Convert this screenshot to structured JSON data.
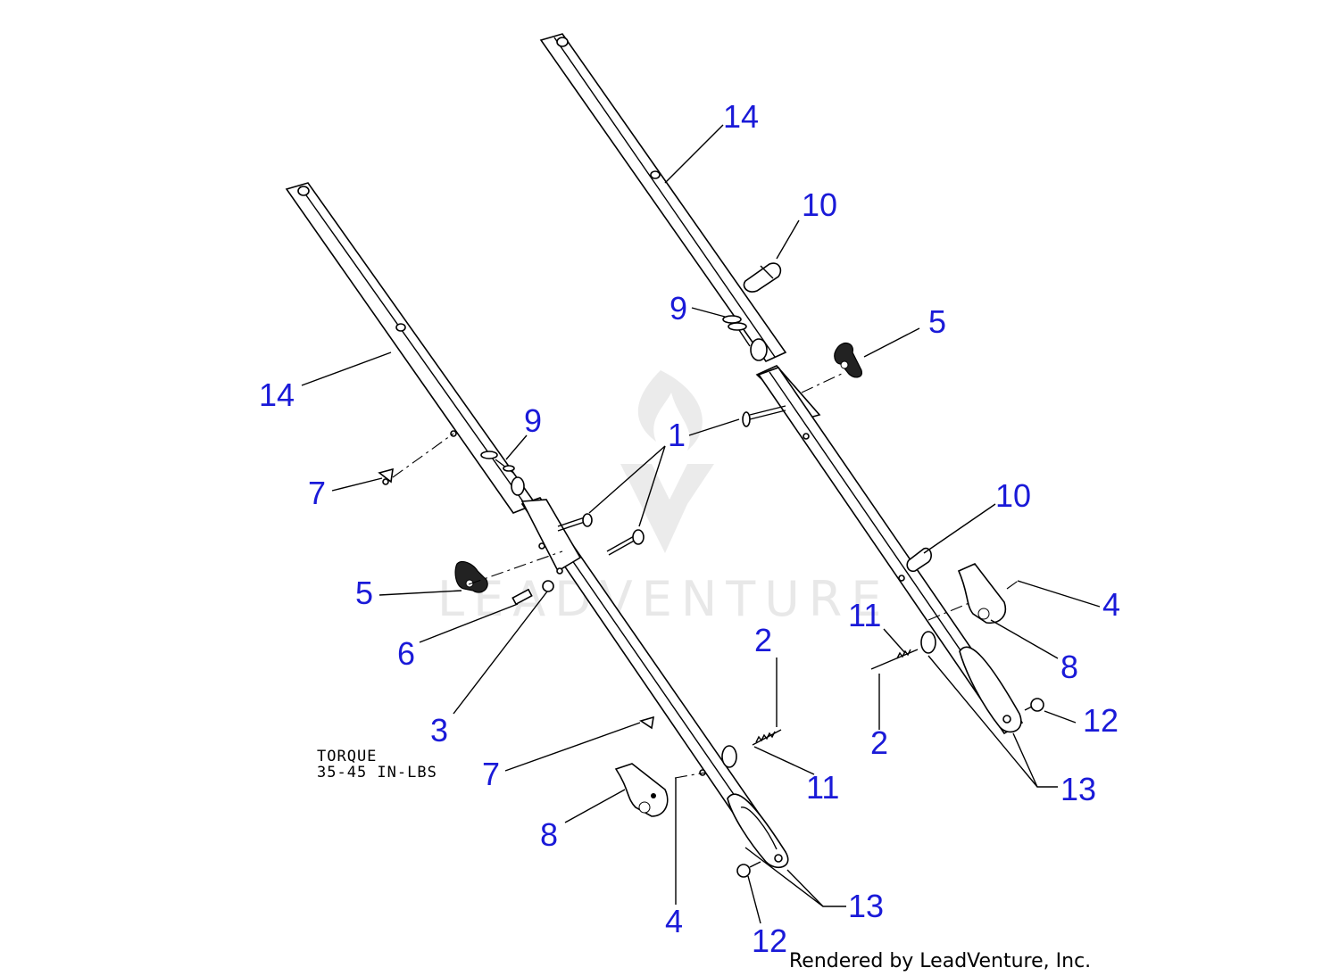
{
  "diagram": {
    "callouts": [
      {
        "id": "c14a",
        "label": "14"
      },
      {
        "id": "c14b",
        "label": "14"
      },
      {
        "id": "c10a",
        "label": "10"
      },
      {
        "id": "c10b",
        "label": "10"
      },
      {
        "id": "c9a",
        "label": "9"
      },
      {
        "id": "c9b",
        "label": "9"
      },
      {
        "id": "c5a",
        "label": "5"
      },
      {
        "id": "c5b",
        "label": "5"
      },
      {
        "id": "c1",
        "label": "1"
      },
      {
        "id": "c7a",
        "label": "7"
      },
      {
        "id": "c7b",
        "label": "7"
      },
      {
        "id": "c6",
        "label": "6"
      },
      {
        "id": "c3",
        "label": "3"
      },
      {
        "id": "c4a",
        "label": "4"
      },
      {
        "id": "c4b",
        "label": "4"
      },
      {
        "id": "c8a",
        "label": "8"
      },
      {
        "id": "c8b",
        "label": "8"
      },
      {
        "id": "c11a",
        "label": "11"
      },
      {
        "id": "c11b",
        "label": "11"
      },
      {
        "id": "c2a",
        "label": "2"
      },
      {
        "id": "c2b",
        "label": "2"
      },
      {
        "id": "c12a",
        "label": "12"
      },
      {
        "id": "c12b",
        "label": "12"
      },
      {
        "id": "c13a",
        "label": "13"
      },
      {
        "id": "c13b",
        "label": "13"
      }
    ],
    "note_line1": "TORQUE",
    "note_line2": "35-45 IN-LBS",
    "watermark": "LEADVENTURE",
    "credit": "Rendered by LeadVenture, Inc.",
    "callout_color": "#1a1ad8"
  }
}
